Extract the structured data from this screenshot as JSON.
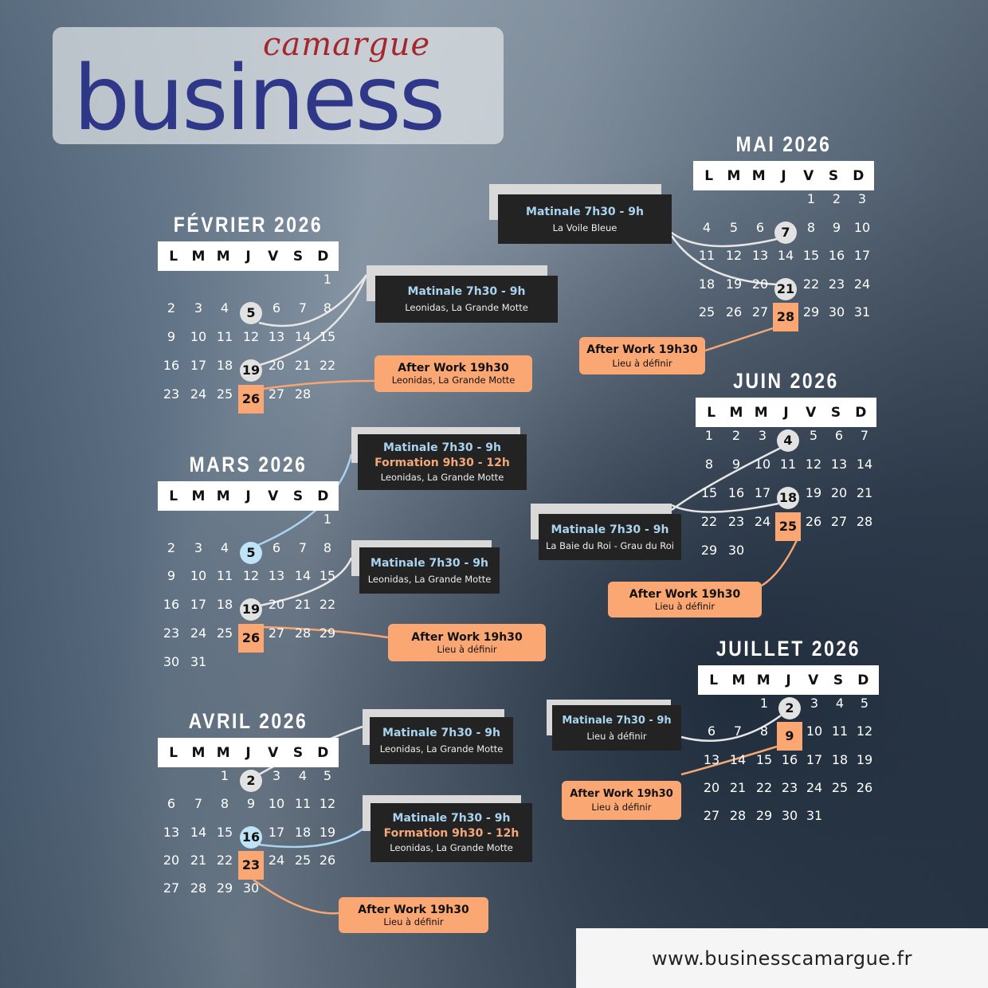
{
  "logo": {
    "main": "business",
    "script": "camargue"
  },
  "weekdays": [
    "L",
    "M",
    "M",
    "J",
    "V",
    "S",
    "D"
  ],
  "calendars": [
    {
      "title": "FÉVRIER 2026",
      "offset": 6,
      "days": 28,
      "marks": {
        "5": "gray",
        "19": "gray",
        "26": "orange"
      }
    },
    {
      "title": "MARS 2026",
      "offset": 6,
      "days": 31,
      "marks": {
        "5": "blue",
        "19": "gray",
        "26": "orange"
      }
    },
    {
      "title": "AVRIL 2026",
      "offset": 2,
      "days": 30,
      "marks": {
        "2": "gray",
        "16": "blue",
        "23": "orange"
      }
    },
    {
      "title": "MAI 2026",
      "offset": 4,
      "days": 31,
      "marks": {
        "7": "gray",
        "21": "gray",
        "28": "orange"
      }
    },
    {
      "title": "JUIN 2026",
      "offset": 0,
      "days": 30,
      "marks": {
        "4": "gray",
        "18": "gray",
        "25": "orange"
      }
    },
    {
      "title": "JUILLET 2026",
      "offset": 2,
      "days": 31,
      "marks": {
        "2": "gray",
        "9": "orange"
      }
    }
  ],
  "events": {
    "feb_matinale": {
      "title": "Matinale 7h30 - 9h",
      "place": "Leonidas, La Grande Motte"
    },
    "feb_afterwork": {
      "title": "After Work 19h30",
      "place": "Leonidas, La Grande Motte"
    },
    "mar_matinale1": {
      "title": "Matinale 7h30 - 9h",
      "formation": "Formation 9h30 - 12h",
      "place": "Leonidas, La Grande Motte"
    },
    "mar_matinale2": {
      "title": "Matinale 7h30 - 9h",
      "place": "Leonidas, La Grande Motte"
    },
    "mar_afterwork": {
      "title": "After Work 19h30",
      "place": "Lieu à définir"
    },
    "apr_matinale1": {
      "title": "Matinale 7h30 - 9h",
      "place": "Leonidas, La Grande Motte"
    },
    "apr_matinale2": {
      "title": "Matinale 7h30 - 9h",
      "formation": "Formation 9h30 - 12h",
      "place": "Leonidas, La Grande Motte"
    },
    "apr_afterwork": {
      "title": "After Work 19h30",
      "place": "Lieu à définir"
    },
    "may_matinale": {
      "title": "Matinale 7h30 - 9h",
      "place": "La Voile Bleue"
    },
    "may_afterwork": {
      "title": "After Work 19h30",
      "place": "Lieu à définir"
    },
    "jun_matinale": {
      "title": "Matinale 7h30 - 9h",
      "place": "La Baie du Roi - Grau du Roi"
    },
    "jun_afterwork": {
      "title": "After Work 19h30",
      "place": "Lieu à définir"
    },
    "jul_matinale": {
      "title": "Matinale 7h30 - 9h",
      "place": "Lieu à définir"
    },
    "jul_afterwork": {
      "title": "After Work 19h30",
      "place": "Lieu à définir"
    }
  },
  "footer": {
    "url": "www.businesscamargue.fr"
  },
  "colors": {
    "accent_orange": "#fba774",
    "accent_blue": "#a9d3ee",
    "logo_blue": "#2f3788",
    "logo_red": "#a5272d"
  }
}
